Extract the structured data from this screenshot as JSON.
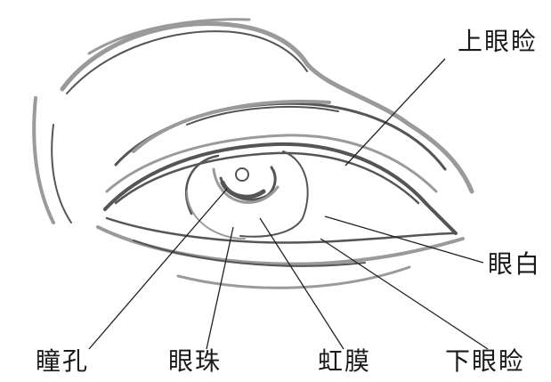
{
  "labels": {
    "upper_eyelid": "上眼睑",
    "sclera": "眼白",
    "pupil": "瞳孔",
    "eyeball": "眼珠",
    "iris": "虹膜",
    "lower_eyelid": "下眼睑"
  }
}
